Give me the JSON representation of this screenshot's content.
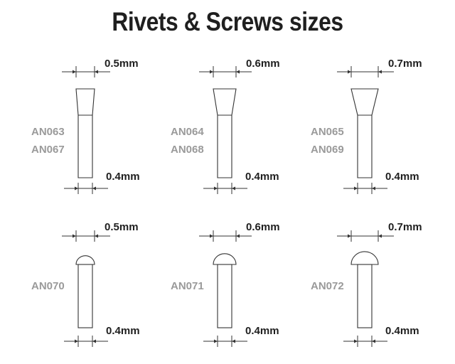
{
  "title": "Rivets & Screws sizes",
  "colors": {
    "ink": "#1f1f1f",
    "code_label": "#9a9a9a",
    "line": "#333333"
  },
  "items": [
    {
      "head": "countersunk",
      "codes": [
        "AN063",
        "AN067"
      ],
      "head_size": "0.5mm",
      "shank_size": "0.4mm"
    },
    {
      "head": "countersunk",
      "codes": [
        "AN064",
        "AN068"
      ],
      "head_size": "0.6mm",
      "shank_size": "0.4mm"
    },
    {
      "head": "countersunk",
      "codes": [
        "AN065",
        "AN069"
      ],
      "head_size": "0.7mm",
      "shank_size": "0.4mm"
    },
    {
      "head": "round",
      "codes": [
        "AN070"
      ],
      "head_size": "0.5mm",
      "shank_size": "0.4mm"
    },
    {
      "head": "round",
      "codes": [
        "AN071"
      ],
      "head_size": "0.6mm",
      "shank_size": "0.4mm"
    },
    {
      "head": "round",
      "codes": [
        "AN072"
      ],
      "head_size": "0.7mm",
      "shank_size": "0.4mm"
    }
  ]
}
